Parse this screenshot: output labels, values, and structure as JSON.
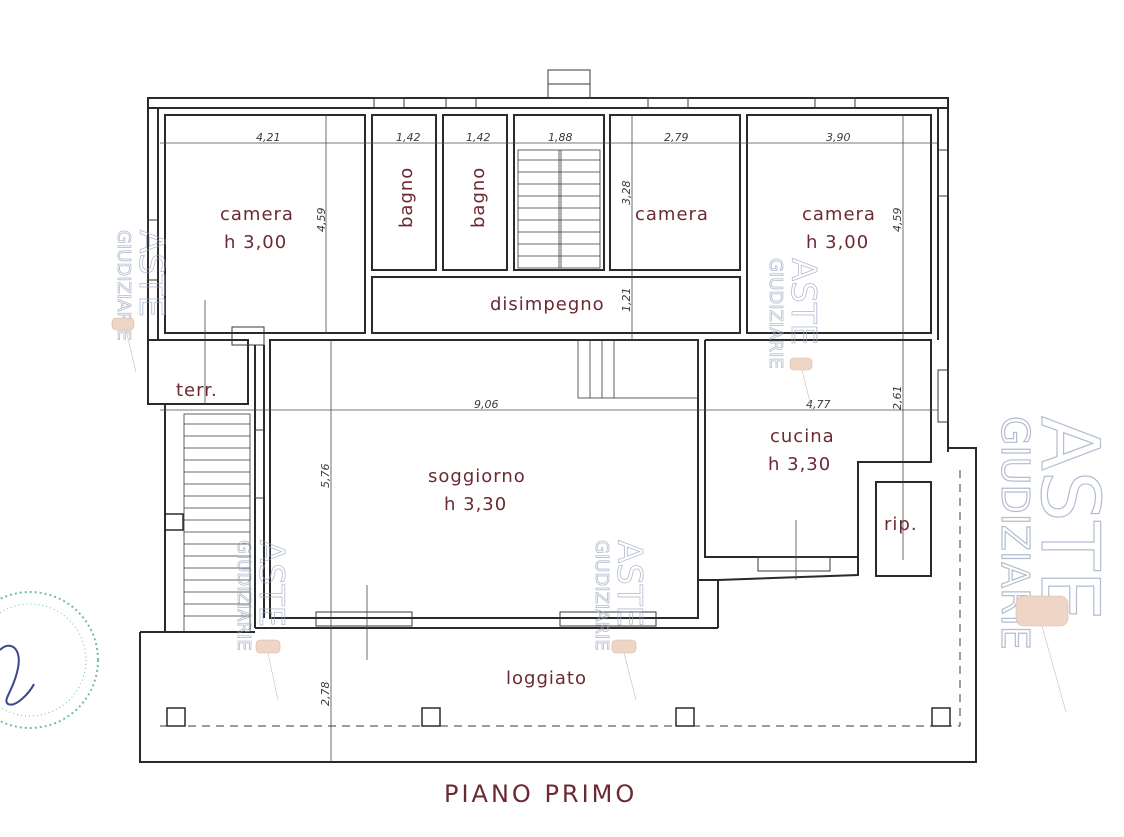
{
  "title": "PIANO PRIMO",
  "rooms": {
    "camera_left": {
      "name": "camera",
      "height": "h  3,00"
    },
    "bagno_1": {
      "name": "bagno"
    },
    "bagno_2": {
      "name": "bagno"
    },
    "camera_mid": {
      "name": "camera"
    },
    "camera_right": {
      "name": "camera",
      "height": "h  3,00"
    },
    "disimpegno": {
      "name": "disimpegno"
    },
    "terrazzo": {
      "name": "terr."
    },
    "soggiorno": {
      "name": "soggiorno",
      "height": "h  3,30"
    },
    "cucina": {
      "name": "cucina",
      "height": "h  3,30"
    },
    "ripostiglio": {
      "name": "rip."
    },
    "loggiato": {
      "name": "loggiato"
    }
  },
  "dimensions": {
    "d421": "4,21",
    "d459a": "4,59",
    "d142a": "1,42",
    "d142b": "1,42",
    "d188": "1,88",
    "d328": "3,28",
    "d279": "2,79",
    "d390": "3,90",
    "d459b": "4,59",
    "d121": "1,21",
    "d906": "9,06",
    "d477": "4,77",
    "d261": "2,61",
    "d576": "5,76",
    "d278": "2,78"
  },
  "watermark": {
    "line1": "ASTE",
    "line2": "GIUDIZIARIE"
  },
  "colors": {
    "label": "#6b2a32",
    "wall": "#2a2a2a",
    "watermark": "#9aa6c0",
    "stamp": "#6fbfa6"
  }
}
